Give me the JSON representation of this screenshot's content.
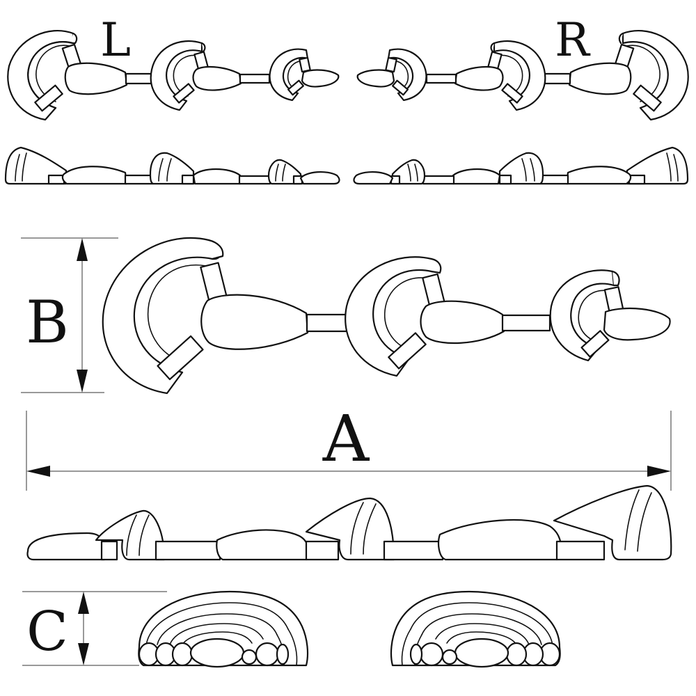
{
  "labels": {
    "left": "L",
    "right": "R",
    "width": "A",
    "height": "B",
    "thickness": "C"
  },
  "colors": {
    "line": "#111111",
    "background": "#ffffff"
  }
}
